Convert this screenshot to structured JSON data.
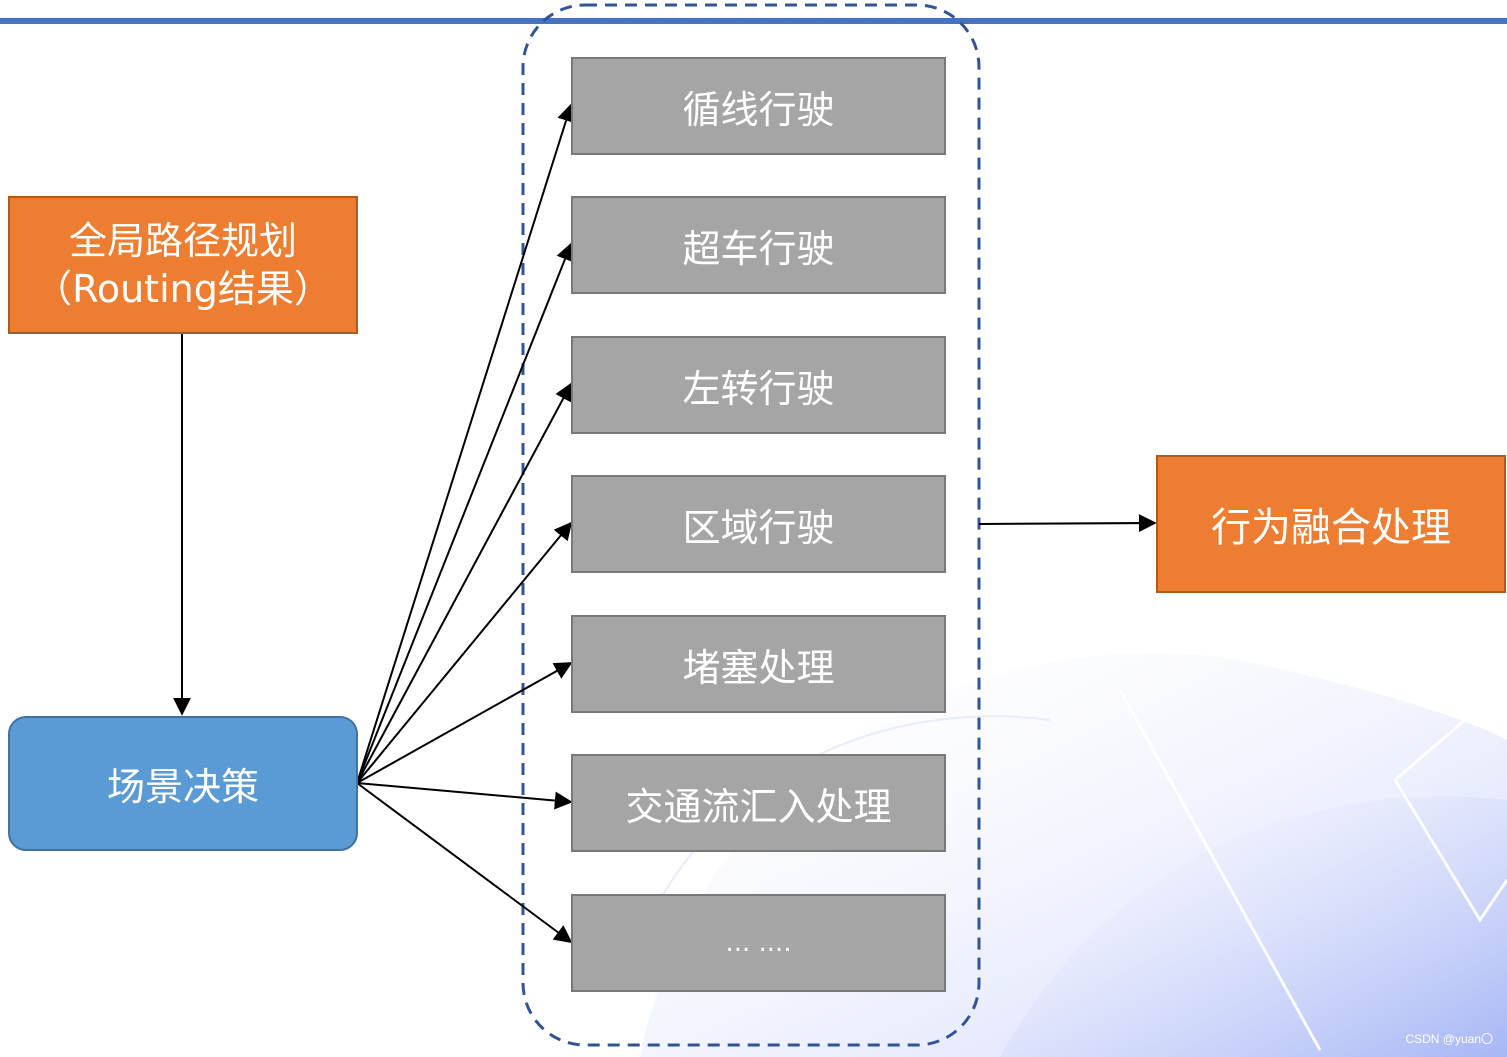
{
  "diagram": {
    "source_top": "全局路径规划\n（Routing结果）",
    "source_bottom": "场景决策",
    "scenarios": [
      "循线行驶",
      "超车行驶",
      "左转行驶",
      "区域行驶",
      "堵塞处理",
      "交通流汇入处理",
      "... ...."
    ],
    "output": "行为融合处理"
  },
  "watermark": "CSDN @yuan〇",
  "colors": {
    "orange": "#ed7d31",
    "blue": "#5b9bd5",
    "gray": "#a5a5a5",
    "dashed_border": "#2f5597",
    "top_rule": "#4472c4"
  }
}
